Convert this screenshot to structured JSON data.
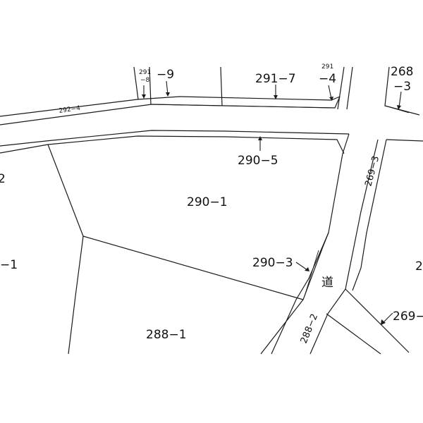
{
  "parcels": {
    "p290_1": "290−1",
    "p290_5": "290−5",
    "p290_3": "290−3",
    "p288_1": "288−1",
    "p288_2": "288−2",
    "p291_7": "291−7",
    "p291_9": "−9",
    "p291_8_top": "291",
    "p291_8_bot": "−8",
    "p291_4_top": "291",
    "p291_4_bot": "−4",
    "p292_4": "292−4",
    "p268_3_top": "268",
    "p268_3_bot": "−3",
    "p269_3": "269−3",
    "p269_x": "269−",
    "left_edge_a": "2",
    "left_edge_b": "−1",
    "right_edge": "2",
    "road": "道"
  }
}
